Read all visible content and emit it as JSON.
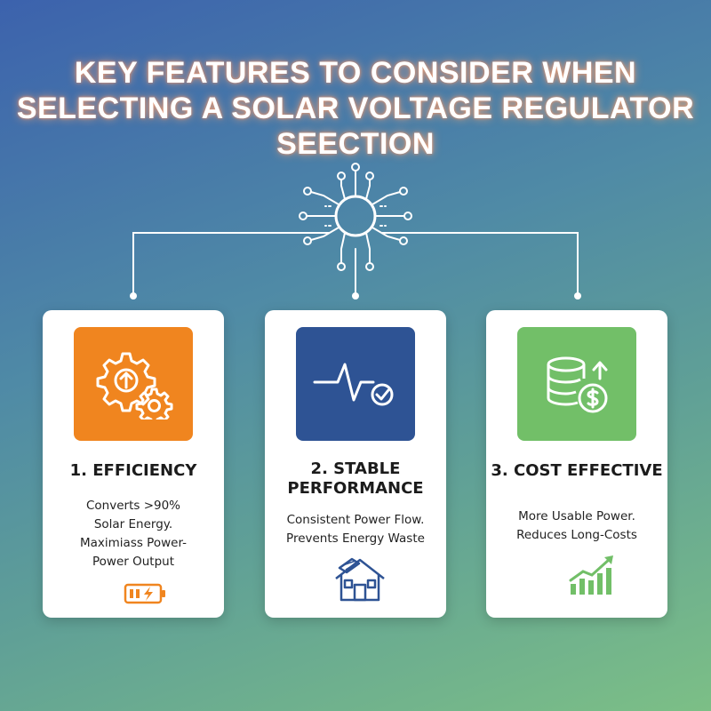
{
  "title": {
    "lines": [
      "KEY FEATURES TO CONSIDER WHEN",
      "SELECTING A SOLAR VOLTAGE REGULATOR",
      "SEECTION"
    ]
  },
  "colors": {
    "efficiency_tile": "#f0851f",
    "stable_tile": "#2e5394",
    "cost_tile": "#72bf68",
    "connector": "#ffffff"
  },
  "cards": [
    {
      "icon": "gears-arrow-icon",
      "heading": "1. EFFICIENCY",
      "lines": [
        "Converts >90%",
        "Solar Energy.",
        "Maximiass Power-",
        "Power Output"
      ],
      "bottom_icon": "battery-charging-icon"
    },
    {
      "icon": "pulse-check-icon",
      "heading_lines": [
        "2. STABLE",
        "PERFORMANCE"
      ],
      "lines": [
        "Consistent Power Flow.",
        "Prevents Energy Waste"
      ],
      "bottom_icon": "solar-house-icon"
    },
    {
      "icon": "coins-dollar-icon",
      "heading": "3. COST EFFECTIVE",
      "lines": [
        "More Usable Power.",
        "Reduces Long-Costs"
      ],
      "bottom_icon": "growth-chart-icon"
    }
  ]
}
